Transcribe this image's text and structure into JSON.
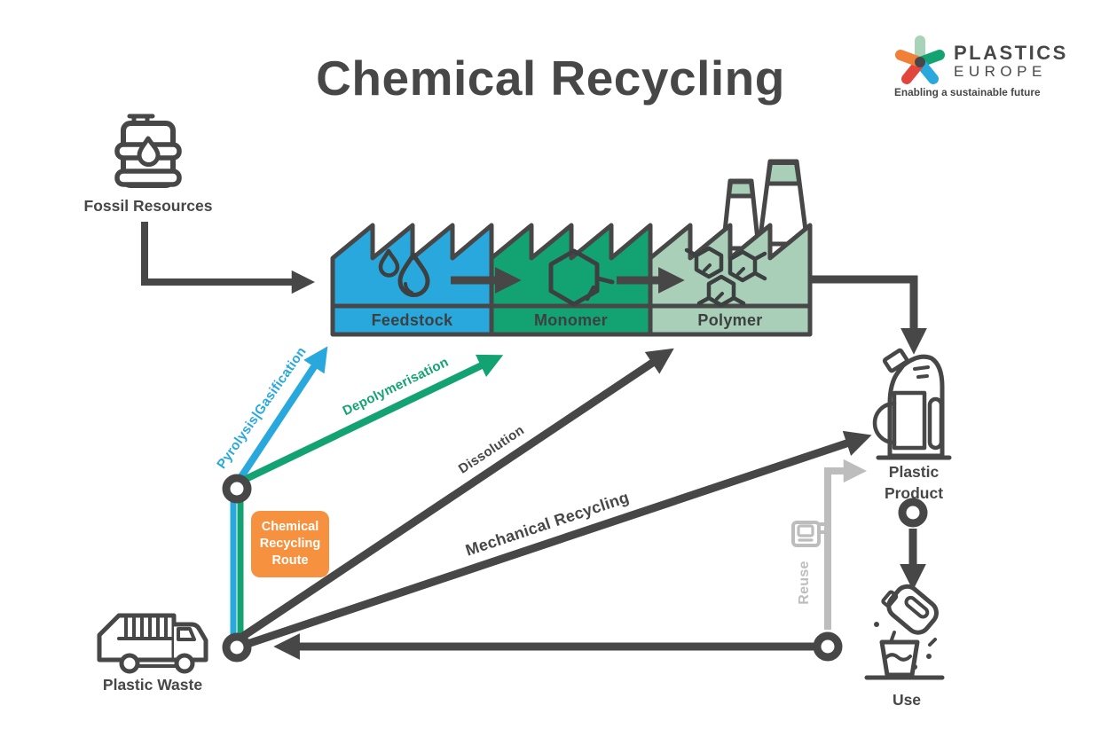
{
  "title": "Chemical Recycling",
  "logo": {
    "brand_top": "PLASTICS",
    "brand_bottom": "EUROPE",
    "tagline": "Enabling a sustainable future"
  },
  "stations": {
    "fossil_resources": "Fossil Resources",
    "plastic_waste": "Plastic Waste",
    "plastic_product": "Plastic Product",
    "use": "Use"
  },
  "factory": {
    "sections": [
      {
        "label": "Feedstock",
        "color": "#29a8dd"
      },
      {
        "label": "Monomer",
        "color": "#13a373"
      },
      {
        "label": "Polymer",
        "color": "#a9cfb8"
      }
    ]
  },
  "routes": {
    "pyrolysis": "Pyrolysis|Gasification",
    "depolymerisation": "Depolymerisation",
    "dissolution": "Dissolution",
    "mechanical": "Mechanical Recycling",
    "reuse": "Reuse"
  },
  "badge": {
    "label": "Chemical Recycling Route",
    "color": "#f5913f"
  },
  "colors": {
    "dark": "#474747",
    "blue": "#29a8dd",
    "green": "#13a373",
    "light_green": "#a9cfb8",
    "orange": "#f5913f",
    "gray": "#bdbdbd",
    "logo_mint": "#a9d3b8",
    "logo_red": "#e2453c",
    "logo_orange": "#f08038"
  }
}
